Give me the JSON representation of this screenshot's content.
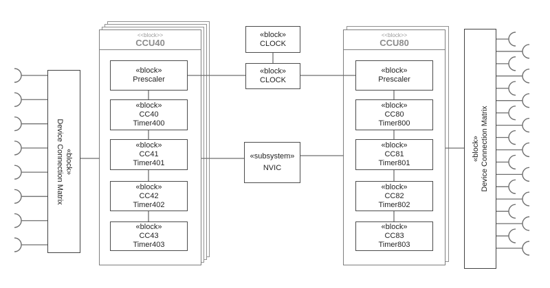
{
  "diagram": {
    "colors": {
      "line": "#6e6e6e",
      "box_border": "#4a4a4a",
      "frame_border": "#8f8f8f",
      "title_text": "#8c8c8c",
      "body_text": "#1f1f1f"
    },
    "left_matrix": {
      "stereotype": "«block»",
      "name": "Device Connection Matrix",
      "port_count": 8
    },
    "right_matrix": {
      "stereotype": "«block»",
      "name": "Device Connection Matrix",
      "port_count": 18
    },
    "ccu40": {
      "stereotype": "<<block>>",
      "name": "CCU40",
      "blocks": [
        {
          "stereotype": "«block»",
          "name": "Prescaler",
          "sub": ""
        },
        {
          "stereotype": "«block»",
          "name": "CC40",
          "sub": "Timer400"
        },
        {
          "stereotype": "«block»",
          "name": "CC41",
          "sub": "Timer401"
        },
        {
          "stereotype": "«block»",
          "name": "CC42",
          "sub": "Timer402"
        },
        {
          "stereotype": "«block»",
          "name": "CC43",
          "sub": "Timer403"
        }
      ]
    },
    "ccu80": {
      "stereotype": "<<block>>",
      "name": "CCU80",
      "blocks": [
        {
          "stereotype": "«block»",
          "name": "Prescaler",
          "sub": ""
        },
        {
          "stereotype": "«block»",
          "name": "CC80",
          "sub": "Timer800"
        },
        {
          "stereotype": "«block»",
          "name": "CC81",
          "sub": "Timer801"
        },
        {
          "stereotype": "«block»",
          "name": "CC82",
          "sub": "Timer802"
        },
        {
          "stereotype": "«block»",
          "name": "CC83",
          "sub": "Timer803"
        }
      ]
    },
    "clock_top": {
      "stereotype": "«block»",
      "name": "CLOCK"
    },
    "clock_mid": {
      "stereotype": "«block»",
      "name": "CLOCK"
    },
    "nvic": {
      "stereotype": "«subsystem»",
      "name": "NVIC"
    }
  }
}
